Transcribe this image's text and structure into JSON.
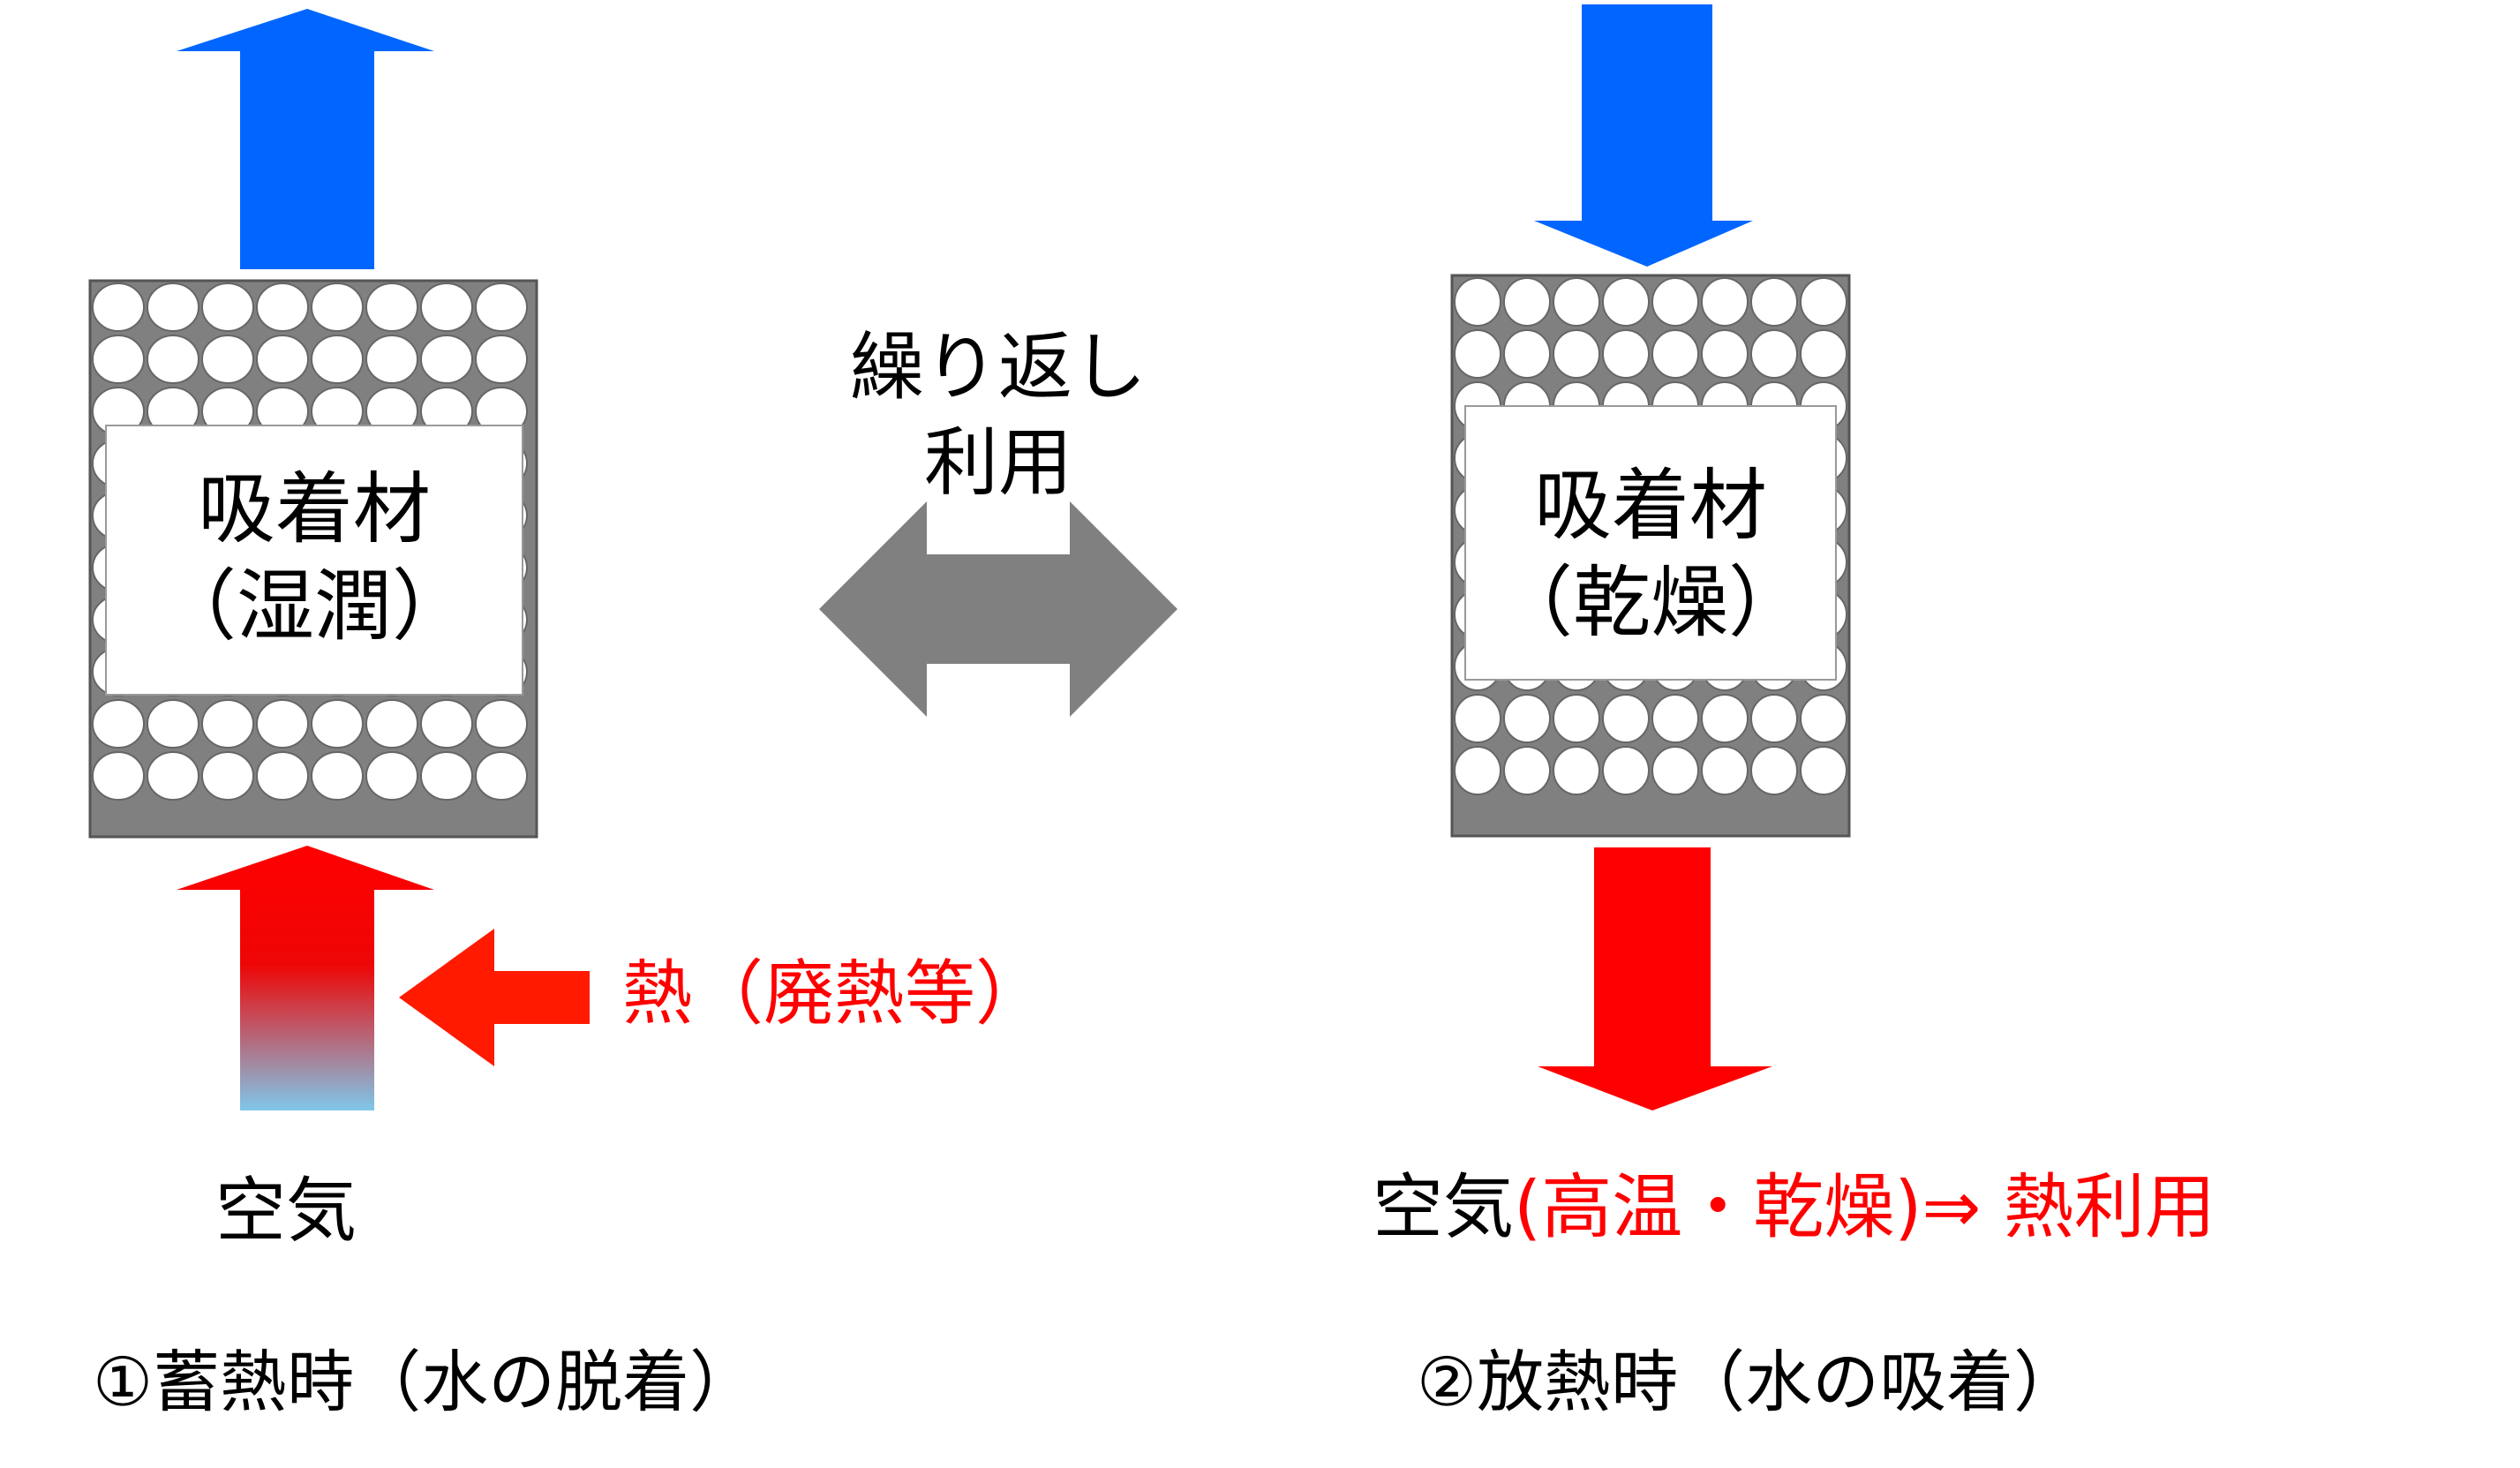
{
  "left_panel": {
    "box_label_line1": "吸着材",
    "box_label_line2": "（湿潤）",
    "heat_label": "熱（廃熱等）",
    "air_label": "空気",
    "caption": "①蓄熱時（水の脱着）"
  },
  "middle": {
    "repeat_label_line1": "繰り返し",
    "repeat_label_line2": "利用"
  },
  "right_panel": {
    "box_label_line1": "吸着材",
    "box_label_line2": "（乾燥）",
    "air_label_prefix": "空気",
    "air_label_suffix": "(高温・乾燥)⇒ 熱利用",
    "caption": "②放熱時（水の吸着）"
  },
  "colors": {
    "blue_arrow": "#0066ff",
    "red_arrow": "#ff0000",
    "heat_arrow": "#ff1a00",
    "gradient_bottom": "#7fc7ea",
    "gray_arrow": "#808080",
    "adsorbent_fill": "#808080",
    "label_red": "#ff0000"
  }
}
